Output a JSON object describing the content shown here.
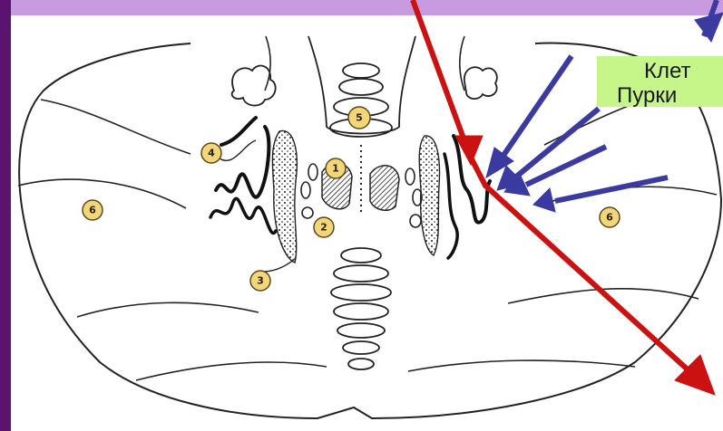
{
  "label_box": {
    "line1": "Клет",
    "line2": "Пурки"
  },
  "numbered_markers": [
    {
      "number": "1"
    },
    {
      "number": "2"
    },
    {
      "number": "3"
    },
    {
      "number": "4"
    },
    {
      "number": "5"
    },
    {
      "number": "6"
    },
    {
      "number": "6"
    }
  ],
  "colors": {
    "frame_purple": "#5a1470",
    "top_band": "#c89be0",
    "label_background": "#c6f58a",
    "red_arrow": "#cc1111",
    "blue_arrows": "#3a3aa0",
    "marker_fill": "#f3d67a"
  }
}
